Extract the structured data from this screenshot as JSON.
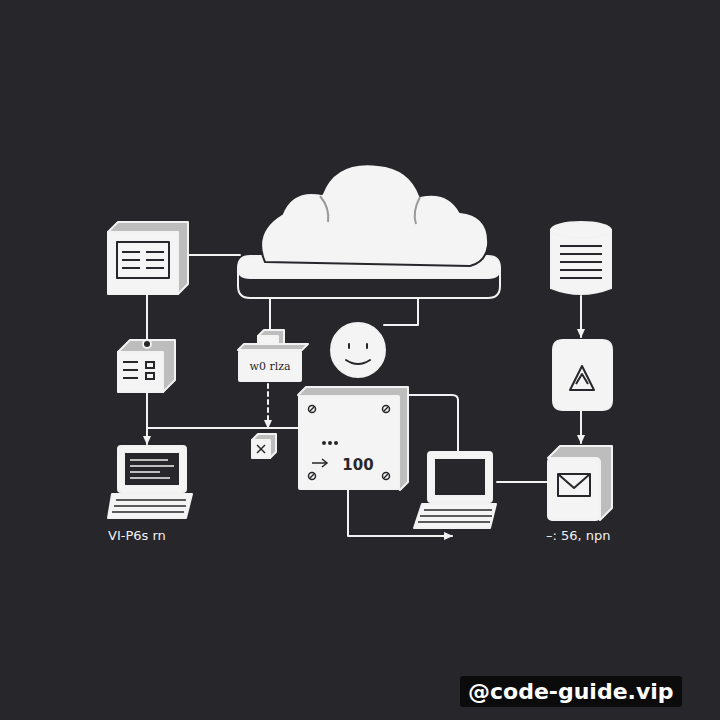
{
  "diagram": {
    "nodes": [
      {
        "text": [
          "w0 rlza"
        ]
      },
      {
        "text": [
          "100"
        ]
      }
    ],
    "labels": [
      "VI-P6s rn",
      "–: 56, npn",
      "@code-guide.vip"
    ]
  }
}
